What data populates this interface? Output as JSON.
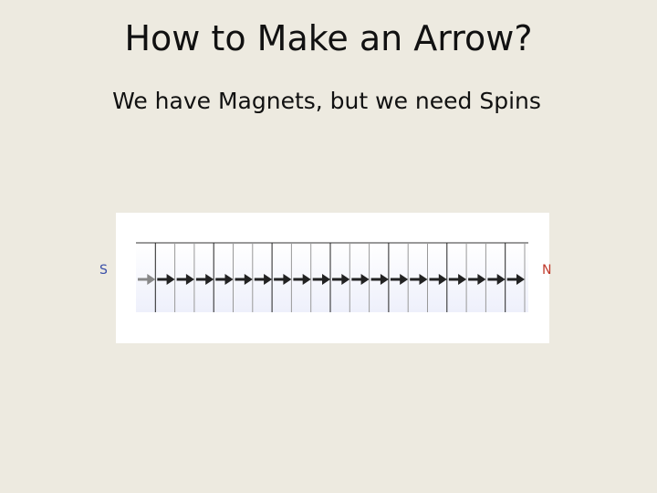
{
  "slide": {
    "title": "How to Make an Arrow?",
    "subtitle": "We have Magnets, but we need Spins"
  },
  "figure": {
    "south_label": "S",
    "north_label": "N",
    "arrow_count": 20,
    "south_color": "#3a4fa8",
    "north_color": "#c0392b"
  }
}
